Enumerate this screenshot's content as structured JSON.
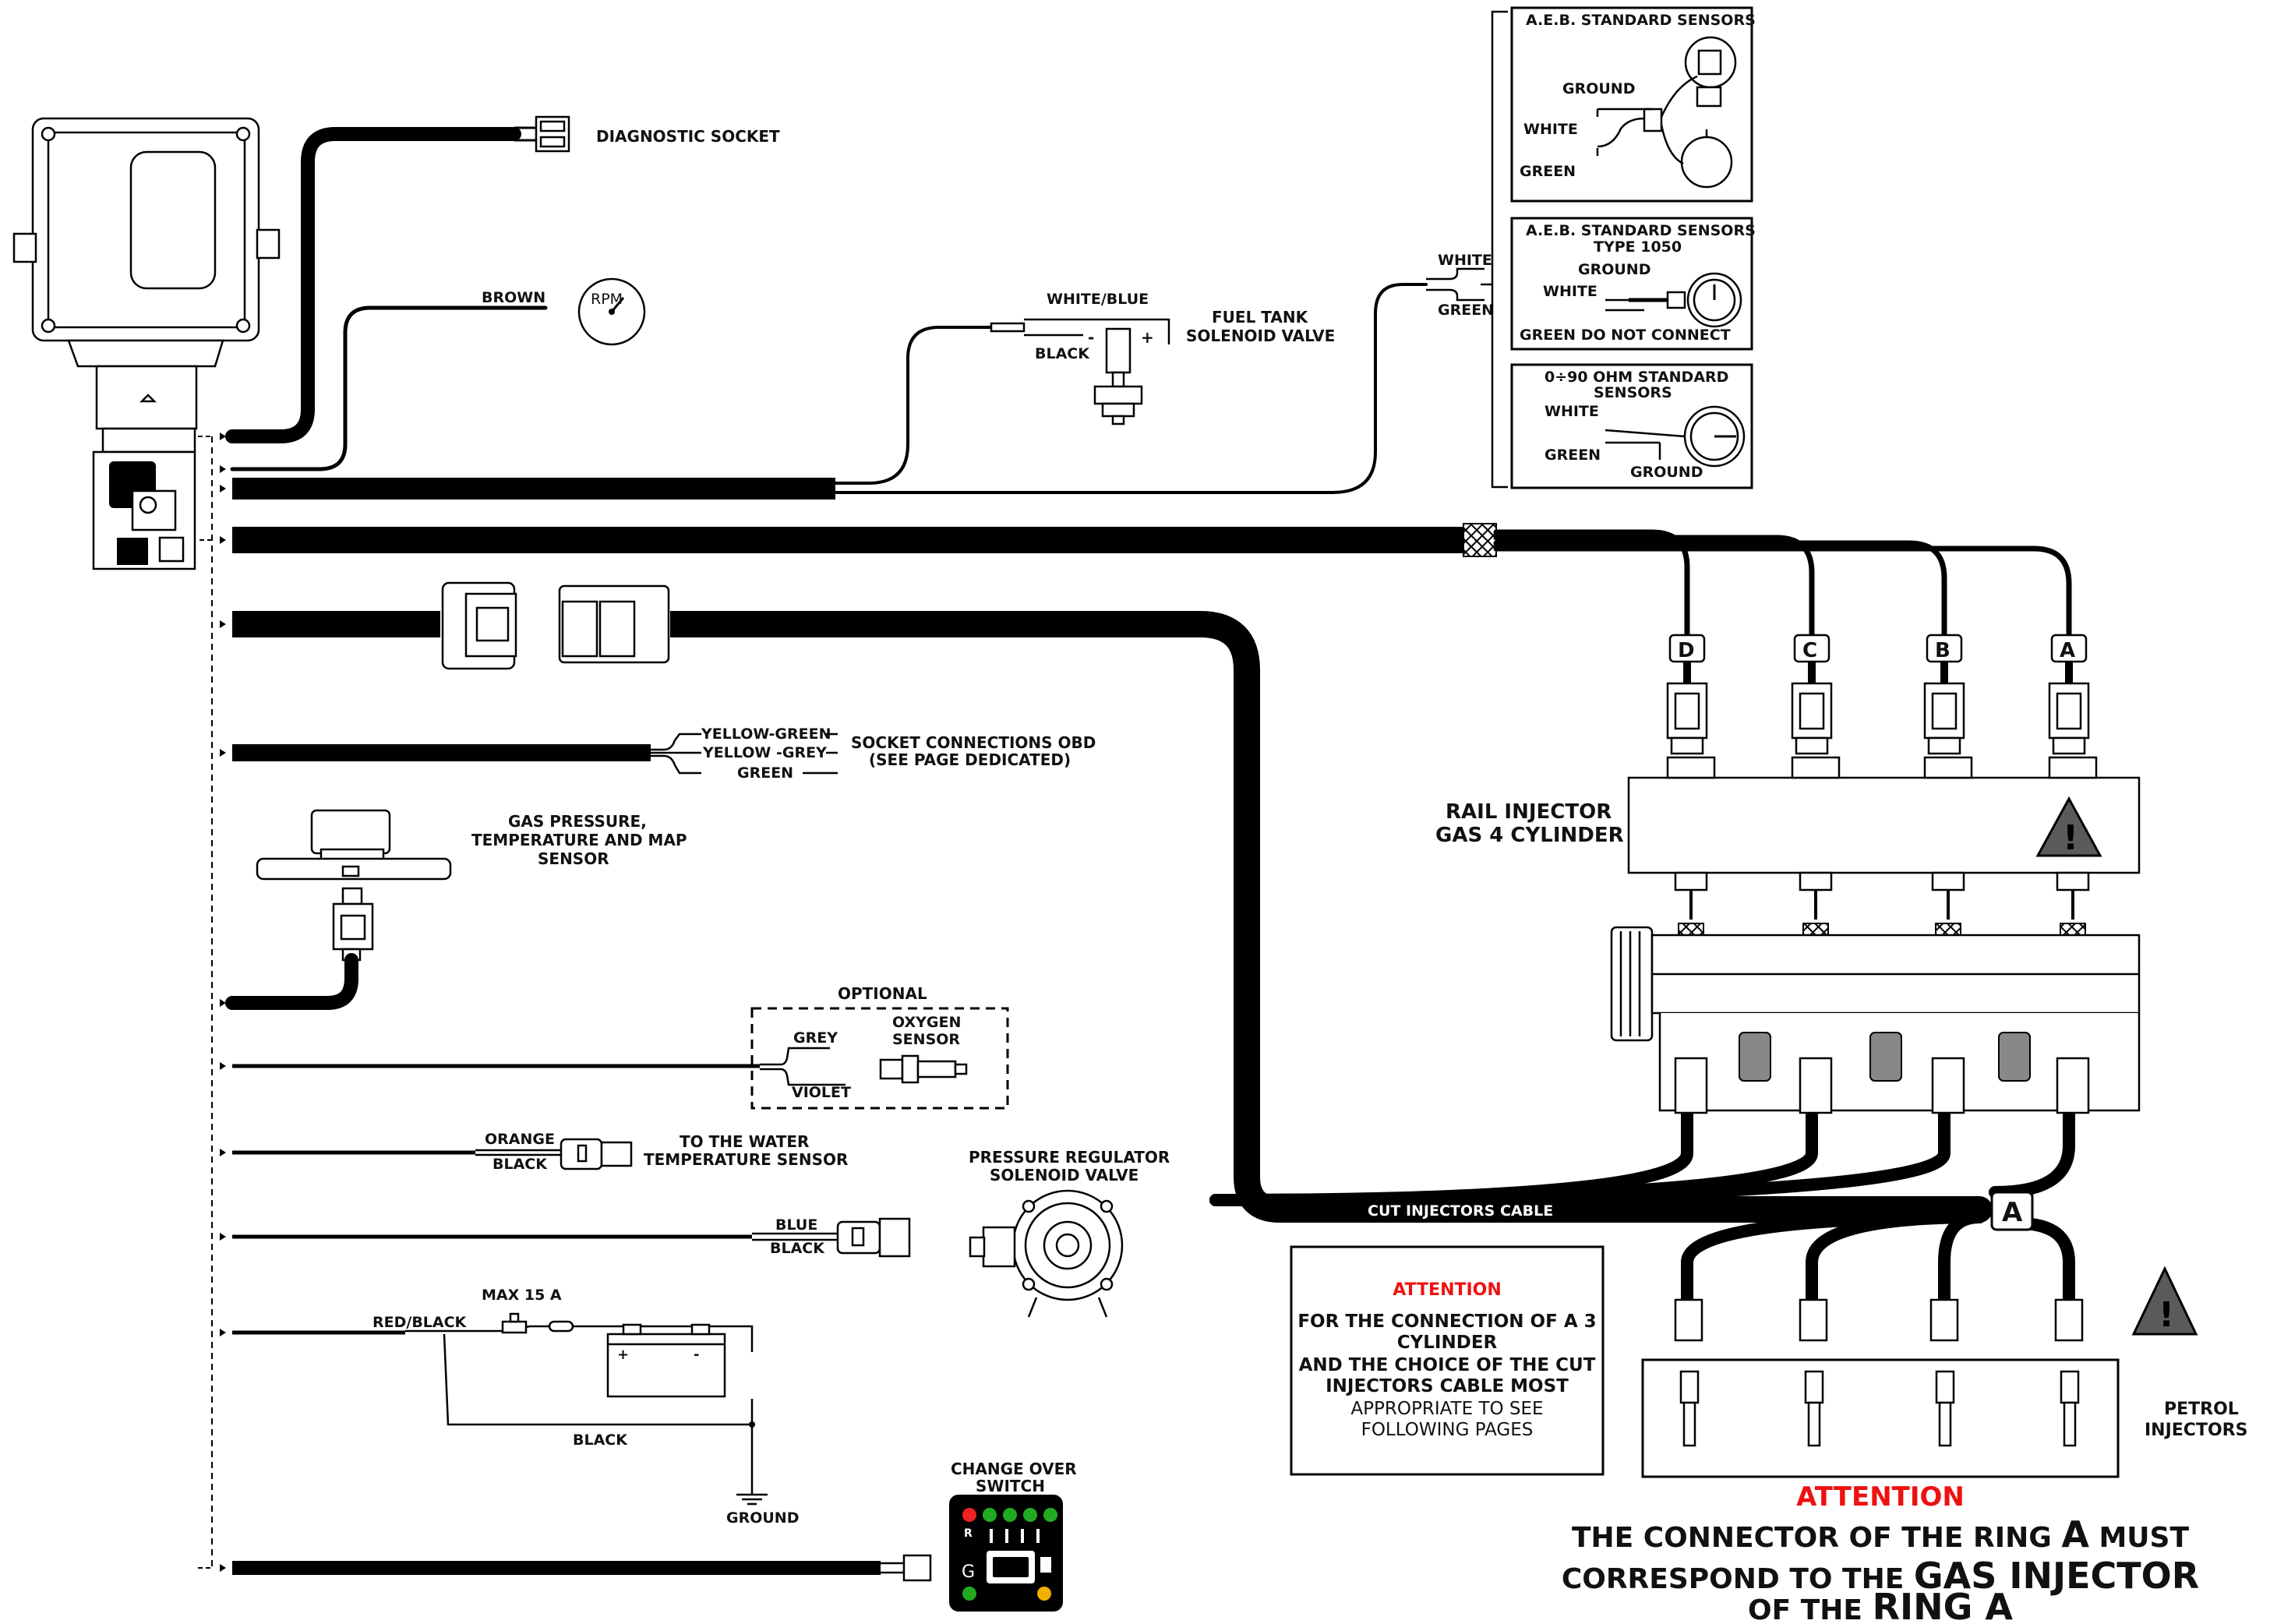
{
  "labels": {
    "diagnostic_socket": "DIAGNOSTIC SOCKET",
    "brown": "BROWN",
    "rpm": "RPM",
    "white_blue": "WHITE/BLUE",
    "black": "BLACK",
    "minus": "-",
    "plus": "+",
    "fuel_tank_1": "FUEL TANK",
    "fuel_tank_2": "SOLENOID VALVE",
    "white": "WHITE",
    "green": "GREEN",
    "socket_obd_1": "SOCKET CONNECTIONS OBD",
    "socket_obd_2": "(SEE PAGE DEDICATED)",
    "yellow_green": "YELLOW-GREEN",
    "yellow_grey": "YELLOW -GREY",
    "gas_pressure_1": "GAS PRESSURE,",
    "gas_pressure_2": "TEMPERATURE AND MAP",
    "gas_pressure_3": "SENSOR",
    "optional": "OPTIONAL",
    "grey": "GREY",
    "violet": "VIOLET",
    "oxygen_1": "OXYGEN",
    "oxygen_2": "SENSOR",
    "orange": "ORANGE",
    "water_1": "TO THE WATER",
    "water_2": "TEMPERATURE SENSOR",
    "regulator_1": "PRESSURE REGULATOR",
    "regulator_2": "SOLENOID VALVE",
    "blue": "BLUE",
    "red_black": "RED/BLACK",
    "max15": "MAX 15 A",
    "ground": "GROUND",
    "changeover_1": "CHANGE OVER",
    "changeover_2": "SWITCH",
    "switch_r": "R",
    "switch_g": "G",
    "cut_injectors": "CUT INJECTORS CABLE",
    "ring_a": "A",
    "rail_1": "RAIL INJECTOR",
    "rail_2": "GAS  4 CYLINDER",
    "petrol_1": "PETROL",
    "petrol_2": "INJECTORS",
    "inj_labels": [
      "D",
      "C",
      "B",
      "A"
    ]
  },
  "sensors": {
    "aeb_title": "A.E.B. STANDARD SENSORS",
    "aeb1050_title_1": "A.E.B. STANDARD SENSORS",
    "aeb1050_title_2": "TYPE 1050",
    "green_do_not_connect": "GREEN DO NOT CONNECT",
    "ohm_title_1": "0÷90 OHM STANDARD",
    "ohm_title_2": "SENSORS"
  },
  "attention_box": {
    "title": "ATTENTION",
    "lines": [
      "FOR THE CONNECTION OF A 3",
      "CYLINDER",
      "AND THE CHOICE OF THE CUT",
      "INJECTORS CABLE MOST",
      "APPROPRIATE TO SEE",
      "FOLLOWING PAGES"
    ]
  },
  "attention_bottom": {
    "title": "ATTENTION",
    "line1_a": "THE CONNECTOR OF THE RING ",
    "line1_b": "A",
    "line1_c": " MUST",
    "line2_a": "CORRESPOND TO THE ",
    "line2_b": "GAS INJECTOR",
    "line3_a": "OF THE ",
    "line3_b": "RING A"
  },
  "colors": {
    "attention": "#e11111",
    "wire": "#000000",
    "warning_fill": "#5a5a5a"
  }
}
